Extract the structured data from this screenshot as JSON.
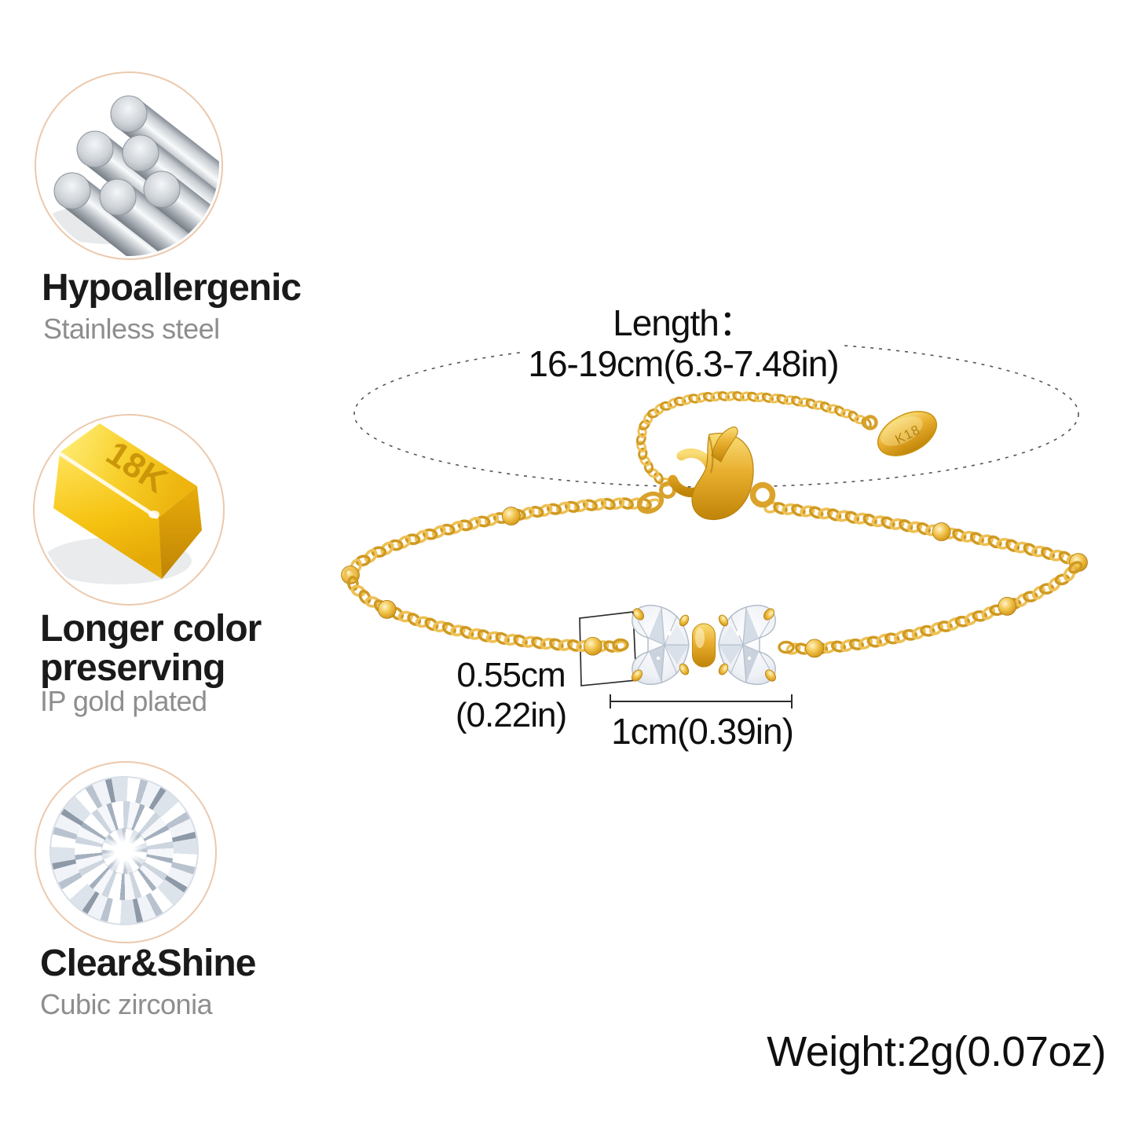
{
  "features": [
    {
      "icon": "steel-rods-icon",
      "title": "Hypoallergenic",
      "subtitle": "Stainless steel"
    },
    {
      "icon": "gold-bar-icon",
      "title": "Longer color preserving",
      "subtitle": "IP gold plated",
      "engraving": "18K"
    },
    {
      "icon": "cubic-zirconia-icon",
      "title": "Clear&Shine",
      "subtitle": "Cubic zirconia"
    }
  ],
  "bracelet": {
    "tag_stamp": "K18",
    "length_label": "Length：",
    "length_value": "16-19cm(6.3-7.48in)",
    "charm_height_line1": "0.55cm",
    "charm_height_line2": "(0.22in)",
    "charm_width": "1cm(0.39in)",
    "weight": "Weight:2g(0.07oz)"
  },
  "colors": {
    "gold": "#e2a83b",
    "gold_light": "#f9dd77",
    "gold_dark": "#a87408",
    "chain_link_dark": "#d09a22",
    "chain_link_light": "#eec156",
    "circle_border": "#ecc9ad",
    "title_text": "#1a1a1a",
    "subtitle_text": "#8e8e8e",
    "measure_text": "#0f0f0f",
    "dash_line": "#555555",
    "stone_fill": "#eef1f6"
  }
}
